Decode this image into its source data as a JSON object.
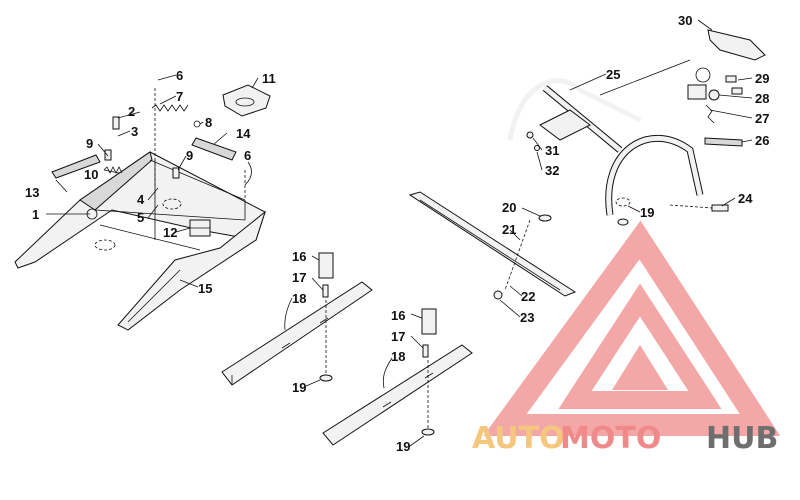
{
  "callouts": [
    {
      "id": "c1",
      "text": "1"
    },
    {
      "id": "c2",
      "text": "2"
    },
    {
      "id": "c3",
      "text": "3"
    },
    {
      "id": "c4",
      "text": "4"
    },
    {
      "id": "c5",
      "text": "5"
    },
    {
      "id": "c6a",
      "text": "6"
    },
    {
      "id": "c6b",
      "text": "6"
    },
    {
      "id": "c7",
      "text": "7"
    },
    {
      "id": "c8",
      "text": "8"
    },
    {
      "id": "c9a",
      "text": "9"
    },
    {
      "id": "c9b",
      "text": "9"
    },
    {
      "id": "c10",
      "text": "10"
    },
    {
      "id": "c11",
      "text": "11"
    },
    {
      "id": "c12",
      "text": "12"
    },
    {
      "id": "c13",
      "text": "13"
    },
    {
      "id": "c14",
      "text": "14"
    },
    {
      "id": "c15",
      "text": "15"
    },
    {
      "id": "c16a",
      "text": "16"
    },
    {
      "id": "c16b",
      "text": "16"
    },
    {
      "id": "c17a",
      "text": "17"
    },
    {
      "id": "c17b",
      "text": "17"
    },
    {
      "id": "c18a",
      "text": "18"
    },
    {
      "id": "c18b",
      "text": "18"
    },
    {
      "id": "c19a",
      "text": "19"
    },
    {
      "id": "c19b",
      "text": "19"
    },
    {
      "id": "c19c",
      "text": "19"
    },
    {
      "id": "c20",
      "text": "20"
    },
    {
      "id": "c21",
      "text": "21"
    },
    {
      "id": "c22",
      "text": "22"
    },
    {
      "id": "c23",
      "text": "23"
    },
    {
      "id": "c24",
      "text": "24"
    },
    {
      "id": "c25",
      "text": "25"
    },
    {
      "id": "c26",
      "text": "26"
    },
    {
      "id": "c27",
      "text": "27"
    },
    {
      "id": "c28",
      "text": "28"
    },
    {
      "id": "c29",
      "text": "29"
    },
    {
      "id": "c30",
      "text": "30"
    },
    {
      "id": "c31",
      "text": "31"
    },
    {
      "id": "c32",
      "text": "32"
    }
  ],
  "watermark": {
    "part1": "AUTO",
    "part2": "MOTO",
    "part3": "HUB",
    "color_auto": "#f5c77e",
    "color_moto": "#f08a8a",
    "color_hub": "#6e6e6e",
    "logo_color": "#f08a8a"
  }
}
